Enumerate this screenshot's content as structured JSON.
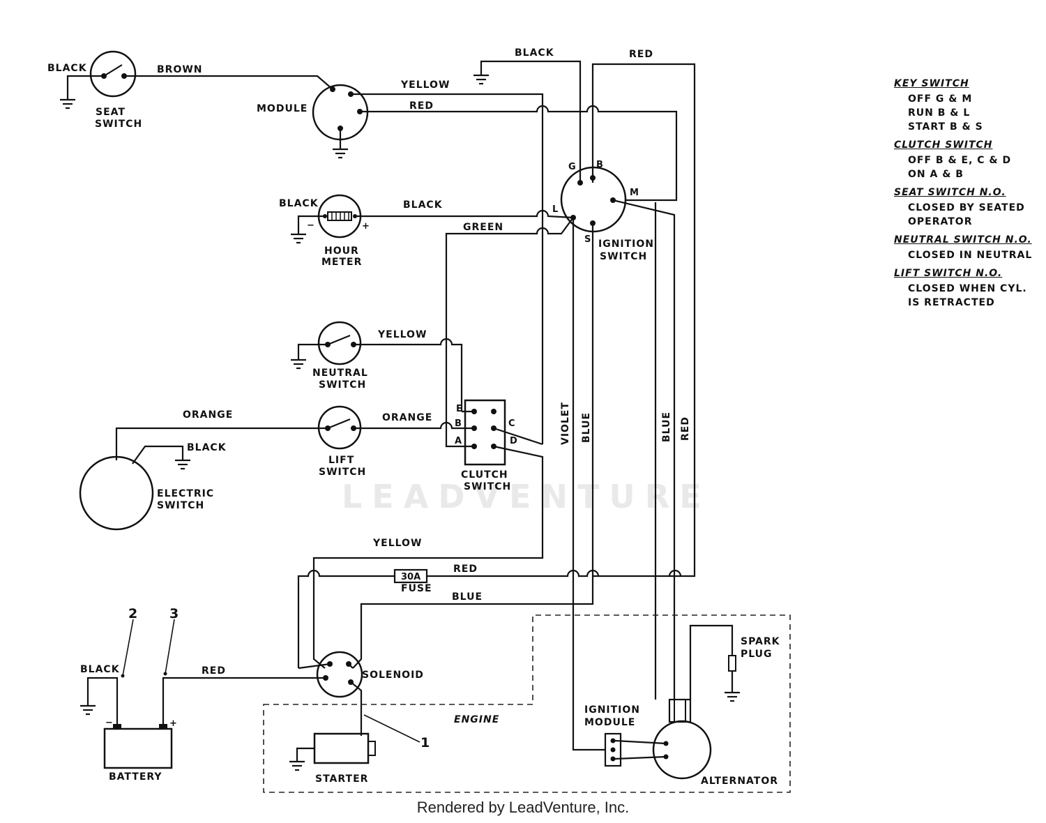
{
  "watermark": "LEADVENTURE",
  "footer": "Rendered by LeadVenture, Inc.",
  "components": {
    "seat_switch": [
      "SEAT",
      "SWITCH"
    ],
    "module": "MODULE",
    "hour_meter": [
      "HOUR",
      "METER"
    ],
    "ignition_switch": [
      "IGNITION",
      "SWITCH"
    ],
    "neutral_switch": [
      "NEUTRAL",
      "SWITCH"
    ],
    "lift_switch": [
      "LIFT",
      "SWITCH"
    ],
    "clutch_switch": [
      "CLUTCH",
      "SWITCH"
    ],
    "electric_switch": [
      "ELECTRIC",
      "SWITCH"
    ],
    "fuse": "FUSE",
    "fuse_rating": "30A",
    "solenoid": "SOLENOID",
    "battery": "BATTERY",
    "starter": "STARTER",
    "engine": "ENGINE",
    "ignition_module": [
      "IGNITION",
      "MODULE"
    ],
    "alternator": "ALTERNATOR",
    "spark_plug": [
      "SPARK",
      "PLUG"
    ]
  },
  "wires": {
    "seat_black": "BLACK",
    "seat_brown": "BROWN",
    "module_yellow": "YELLOW",
    "module_red": "RED",
    "top_black": "BLACK",
    "top_red": "RED",
    "hour_black_left": "BLACK",
    "hour_black_right": "BLACK",
    "green": "GREEN",
    "neutral_yellow": "YELLOW",
    "lift_orange_left": "ORANGE",
    "lift_orange_right": "ORANGE",
    "electric_black": "BLACK",
    "violet": "VIOLET",
    "blue_mid": "BLUE",
    "blue_right": "BLUE",
    "red_right": "RED",
    "bottom_yellow": "YELLOW",
    "bottom_red": "RED",
    "bottom_blue": "BLUE",
    "battery_black": "BLACK",
    "battery_red": "RED"
  },
  "pins": {
    "ignition": [
      "G",
      "B",
      "M",
      "L",
      "S"
    ],
    "clutch": [
      "E",
      "B",
      "A",
      "C",
      "D"
    ],
    "hour_minus": "−",
    "hour_plus": "+",
    "battery_minus": "−",
    "battery_plus": "+"
  },
  "callouts": [
    "1",
    "2",
    "3"
  ],
  "legend": [
    {
      "title": "KEY SWITCH",
      "lines": [
        "OFF  G & M",
        "RUN  B & L",
        "START  B & S"
      ]
    },
    {
      "title": "CLUTCH SWITCH",
      "lines": [
        "OFF  B & E,  C & D",
        "ON  A & B"
      ]
    },
    {
      "title": "SEAT SWITCH N.O.",
      "lines": [
        "CLOSED BY SEATED",
        "OPERATOR"
      ]
    },
    {
      "title": "NEUTRAL SWITCH N.O.",
      "lines": [
        "CLOSED IN NEUTRAL"
      ]
    },
    {
      "title": "LIFT SWITCH N.O.",
      "lines": [
        "CLOSED WHEN CYL.",
        "IS RETRACTED"
      ]
    }
  ]
}
